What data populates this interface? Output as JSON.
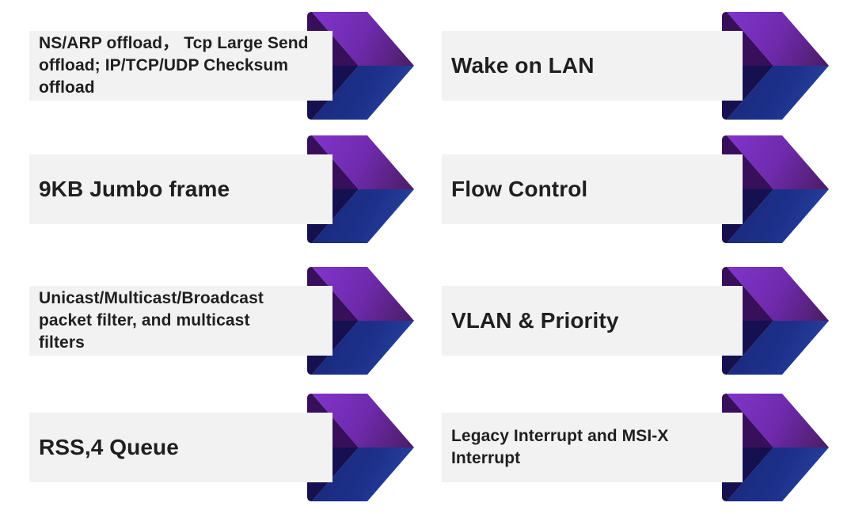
{
  "slide": {
    "background": "#ffffff",
    "description_note": "Two-column list of network adapter features, each in a light gray bar with a folded purple/blue ribbon chevron arrow pointing right"
  },
  "items": [
    {
      "label": "NS/ARP offload， Tcp Large Send\noffload; IP/TCP/UDP Checksum\noffload"
    },
    {
      "label": "Wake on LAN"
    },
    {
      "label": "9KB Jumbo frame"
    },
    {
      "label": "Flow Control"
    },
    {
      "label": "Unicast/Multicast/Broadcast\npacket filter, and multicast\nfilters"
    },
    {
      "label": "VLAN & Priority"
    },
    {
      "label": "RSS,4 Queue"
    },
    {
      "label": "Legacy Interrupt and MSI-X\nInterrupt"
    }
  ],
  "icons": [
    {
      "name": "chevron-arrow-icon",
      "meaning": "folded ribbon chevron pointing right, purple top half and navy blue bottom half"
    }
  ],
  "colors": {
    "background": "#ffffff",
    "box_fill": "#f2f2f2",
    "text": "#1f1f1f",
    "purple_band_start": "#8134cb",
    "purple_band_mid": "#6f2aad",
    "purple_band_end": "#4a1d63",
    "purple_fold": "#370f5b",
    "blue_band_start": "#182676",
    "blue_band_mid": "#1d318c",
    "blue_band_end": "#2b4aa5",
    "blue_fold": "#151050"
  }
}
